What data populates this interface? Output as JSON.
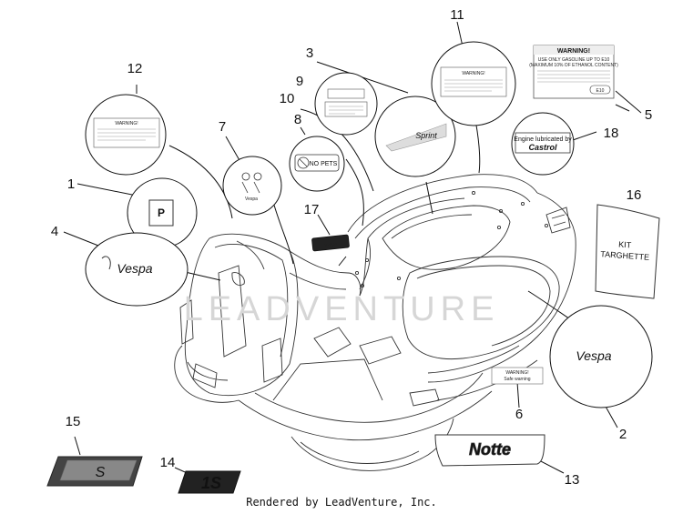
{
  "footer": "Rendered by LeadVenture, Inc.",
  "watermark": "LEADVENTURE",
  "callouts": [
    "1",
    "2",
    "3",
    "4",
    "6",
    "7",
    "8",
    "9",
    "10",
    "11",
    "12",
    "13",
    "14",
    "15",
    "16",
    "17",
    "18"
  ],
  "decals": {
    "fuel_warning_title": "WARNING!",
    "fuel_warning_line1": "USE ONLY GASOLINE UP TO E10",
    "fuel_warning_line2": "(MAXIMUM 10% OF ETHANOL CONTENT)",
    "fuel_warning_code": "E10",
    "pets_label": "NO PETS",
    "castrol_line1": "Engine lubricated by",
    "castrol_brand": "Castrol",
    "kit_line1": "KIT",
    "kit_line2": "TARGHETTE",
    "notte_label": "Notte",
    "warning_small_title": "WARNING!",
    "warning_small_sub": "Safe warning",
    "model_badge": "S",
    "sprint_label": "Sprint",
    "vespa_label": "Vespa",
    "emblem_letter": "P",
    "badge_14": "1S"
  }
}
